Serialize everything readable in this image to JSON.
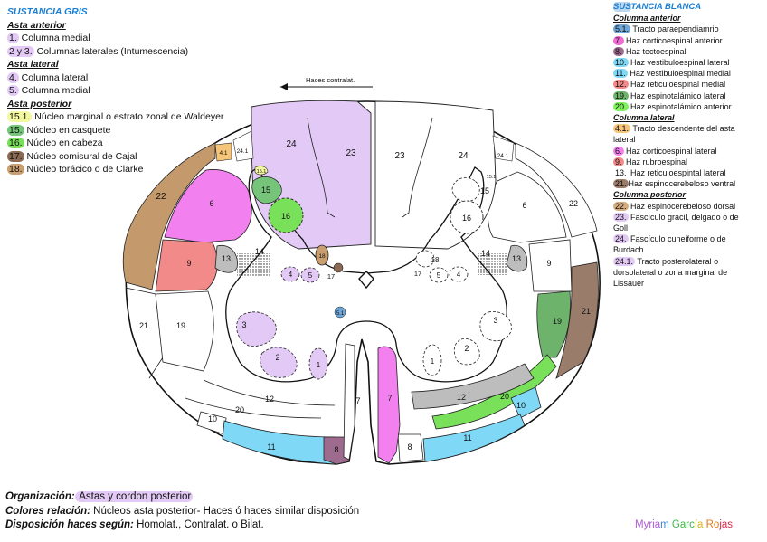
{
  "left_legend": {
    "title": "SUSTANCIA GRIS",
    "groups": [
      {
        "heading": "Asta anterior",
        "items": [
          {
            "code": "1.",
            "text": " Columna medial",
            "color": "#e3c9f5"
          },
          {
            "code": "2 y 3.",
            "text": " Columnas laterales (Intumescencia)",
            "color": "#e3c9f5"
          }
        ]
      },
      {
        "heading": "Asta lateral",
        "items": [
          {
            "code": "4.",
            "text": " Columna lateral",
            "color": "#e3c9f5"
          },
          {
            "code": "5.",
            "text": " Columna medial",
            "color": "#e3c9f5"
          }
        ]
      },
      {
        "heading": "Asta posterior",
        "items": [
          {
            "code": "15.1.",
            "text": " Núcleo marginal o estrato zonal de Waldeyer",
            "color": "#f3f7a0"
          },
          {
            "code": "15.",
            "text": " Núcleo en casquete",
            "color": "#76c47a"
          },
          {
            "code": "16.",
            "text": " Núcleo en cabeza",
            "color": "#79e05a"
          },
          {
            "code": "17.",
            "text": " Núcleo comisural de Cajal",
            "color": "#8a6a55"
          },
          {
            "code": "18.",
            "text": " Núcleo torácico o de Clarke",
            "color": "#c99e70"
          }
        ]
      }
    ]
  },
  "right_legend": {
    "title_pre": "SUS",
    "title_post": "TANCIA BLANCA",
    "groups": [
      {
        "heading": "Columna anterior",
        "lines": [
          {
            "code": "5.1.",
            "text": " Tracto paraependiamrio",
            "color": "#6fa6d6"
          },
          {
            "code": "7.",
            "text": " Haz corticoespinal anterior",
            "color": "#f06bd3"
          },
          {
            "code": "8.",
            "text": " Haz tectoespinal",
            "color": "#9e6b8e"
          },
          {
            "code": "10.",
            "text": " Haz vestibuloespinal lateral",
            "color": "#7fd8f5"
          },
          {
            "code": "11.",
            "text": " Haz vestibuloespinal medial",
            "color": "#7fd8f5"
          },
          {
            "code": "12.",
            "text": " Haz reticuloespinal medial",
            "color": "#f28a8a"
          },
          {
            "code": "19.",
            "text": " Haz espinotalámico lateral",
            "color": "#6db36b"
          },
          {
            "code": "20.",
            "text": " Haz espinotalámico anterior",
            "color": "#7df25a"
          }
        ]
      },
      {
        "heading": "Columna lateral",
        "lines": [
          {
            "code": "4.1.",
            "text": " Tracto descendente del asta",
            "color": "#f5c57a"
          },
          {
            "code": "",
            "text": "lateral",
            "color": ""
          },
          {
            "code": "6.",
            "text": " Haz corticoespinal lateral",
            "color": "#f280ee"
          },
          {
            "code": "9.",
            "text": " Haz rubroespinal",
            "color": "#f28a8a"
          },
          {
            "code": "13.",
            "text": " Haz reticuloespintal lateral",
            "color": ""
          },
          {
            "code": "21.",
            "text": "Haz espinocerebeloso ventral",
            "color": "#9a7c6a"
          }
        ]
      },
      {
        "heading": "Columna posterior",
        "lines": [
          {
            "code": "22.",
            "text": " Haz espinocerebeloso dorsal",
            "color": "#d5ad7e"
          },
          {
            "code": "23.",
            "text": " Fascículo grácil, delgado o de",
            "color": "#e3c9f5"
          },
          {
            "code": "",
            "text": "Goll",
            "color": ""
          },
          {
            "code": "24.",
            "text": " Fascículo cuneiforme o de",
            "color": "#e3c9f5"
          },
          {
            "code": "",
            "text": "Burdach",
            "color": ""
          },
          {
            "code": "24.1.",
            "text": " Tracto posterolateral o",
            "color": "#e3c9f5"
          },
          {
            "code": "",
            "text": "dorsolateral o zona marginal de",
            "color": ""
          },
          {
            "code": "",
            "text": "Lissauer",
            "color": ""
          }
        ]
      }
    ]
  },
  "diagram": {
    "arrow_label": "Haces contralat.",
    "labels": {
      "n1": "1",
      "n2": "2",
      "n3": "3",
      "n4": "4",
      "n4_1": "4.1",
      "n5": "5",
      "n5_1": "5.1",
      "n6": "6",
      "n7": "7",
      "n8": "8",
      "n9": "9",
      "n10": "10",
      "n11": "11",
      "n12": "12",
      "n13": "13",
      "n14": "14",
      "n15": "15",
      "n15_1": "15.1",
      "n16": "16",
      "n17": "17",
      "n18": "18",
      "n19": "19",
      "n20": "20",
      "n21": "21",
      "n22": "22",
      "n23": "23",
      "n24": "24",
      "n24_1": "24.1"
    }
  },
  "footer": {
    "line1_label": "Organización:",
    "line1_value": " Astas y cordon posterior",
    "line2_label": "Colores relación:",
    "line2_value": " Núcleos asta posterior- Haces ó haces similar disposición",
    "line3_label": "Disposición haces según:",
    "line3_value": " Homolat., Contralat. o Bilat."
  },
  "author": {
    "parts": [
      {
        "text": "Myria",
        "color": "#b15ad6"
      },
      {
        "text": "m ",
        "color": "#3a8ad6"
      },
      {
        "text": "Garc",
        "color": "#3db84a"
      },
      {
        "text": "ía ",
        "color": "#e0b020"
      },
      {
        "text": "Ro",
        "color": "#e07a20"
      },
      {
        "text": "jas",
        "color": "#d82a4a"
      }
    ]
  },
  "colors": {
    "lilac": "#e3c9f5",
    "pink": "#f280ee",
    "salmon": "#f28a8a",
    "brown": "#c49a6c",
    "green": "#6db36b",
    "light_green": "#79e05a",
    "cyan": "#7fd8f5",
    "mauve": "#9e6b8e",
    "gray": "#bdbdbd",
    "slate": "#9a7c6a"
  }
}
